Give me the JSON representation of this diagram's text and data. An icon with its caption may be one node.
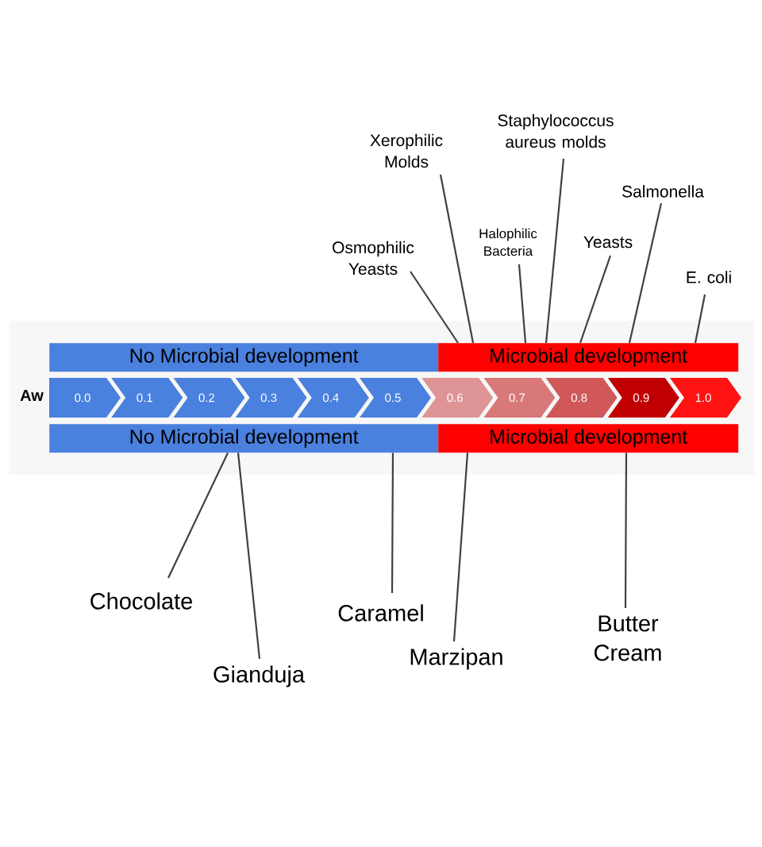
{
  "diagram": {
    "nodes": [
      {
        "text": [
          "No Microbial development"
        ]
      },
      {
        "text": [
          "Microbial development"
        ]
      },
      {
        "text": [
          "0.0"
        ]
      },
      {
        "text": [
          "0.1"
        ]
      },
      {
        "text": [
          "0.2"
        ]
      },
      {
        "text": [
          "0.3"
        ]
      },
      {
        "text": [
          "0.4"
        ]
      },
      {
        "text": [
          "0.5"
        ]
      },
      {
        "text": [
          "0.6"
        ]
      },
      {
        "text": [
          "0.7"
        ]
      },
      {
        "text": [
          "0.8"
        ]
      },
      {
        "text": [
          "0.9"
        ]
      },
      {
        "text": [
          "1.0"
        ]
      },
      {
        "text": [
          "No Microbial development"
        ]
      },
      {
        "text": [
          "Microbial development"
        ]
      },
      {
        "text": [
          "Staphylococcus aureus molds"
        ]
      },
      {
        "text": [
          "Xerophilic Molds"
        ]
      },
      {
        "text": [
          "Salmonella"
        ]
      },
      {
        "text": [
          "Halophilic Bacteria"
        ]
      },
      {
        "text": [
          "Yeasts"
        ]
      },
      {
        "text": [
          "Osmophilic Yeasts"
        ]
      },
      {
        "text": [
          "E. coli"
        ]
      },
      {
        "text": [
          "Chocolate"
        ]
      },
      {
        "text": [
          "Caramel"
        ]
      },
      {
        "text": [
          "Butter Cream"
        ]
      },
      {
        "text": [
          "Marzipan"
        ]
      },
      {
        "text": [
          "Gianduja"
        ]
      }
    ],
    "edges": [
      {
        "from": 15,
        "to": 1,
        "arrow": "none"
      },
      {
        "from": 16,
        "to": 1,
        "arrow": "none"
      },
      {
        "from": 17,
        "to": 1,
        "arrow": "none"
      },
      {
        "from": 18,
        "to": 1,
        "arrow": "none"
      },
      {
        "from": 19,
        "to": 1,
        "arrow": "none"
      },
      {
        "from": 20,
        "to": 1,
        "arrow": "none"
      },
      {
        "from": 21,
        "to": 1,
        "arrow": "none"
      },
      {
        "from": 22,
        "to": 13,
        "arrow": "none"
      },
      {
        "from": 23,
        "to": 13,
        "arrow": "none"
      },
      {
        "from": 24,
        "to": 14,
        "arrow": "none"
      },
      {
        "from": 25,
        "to": 14,
        "arrow": "none"
      },
      {
        "from": 26,
        "to": 13,
        "arrow": "none"
      }
    ],
    "labels": [
      "Aw"
    ]
  }
}
